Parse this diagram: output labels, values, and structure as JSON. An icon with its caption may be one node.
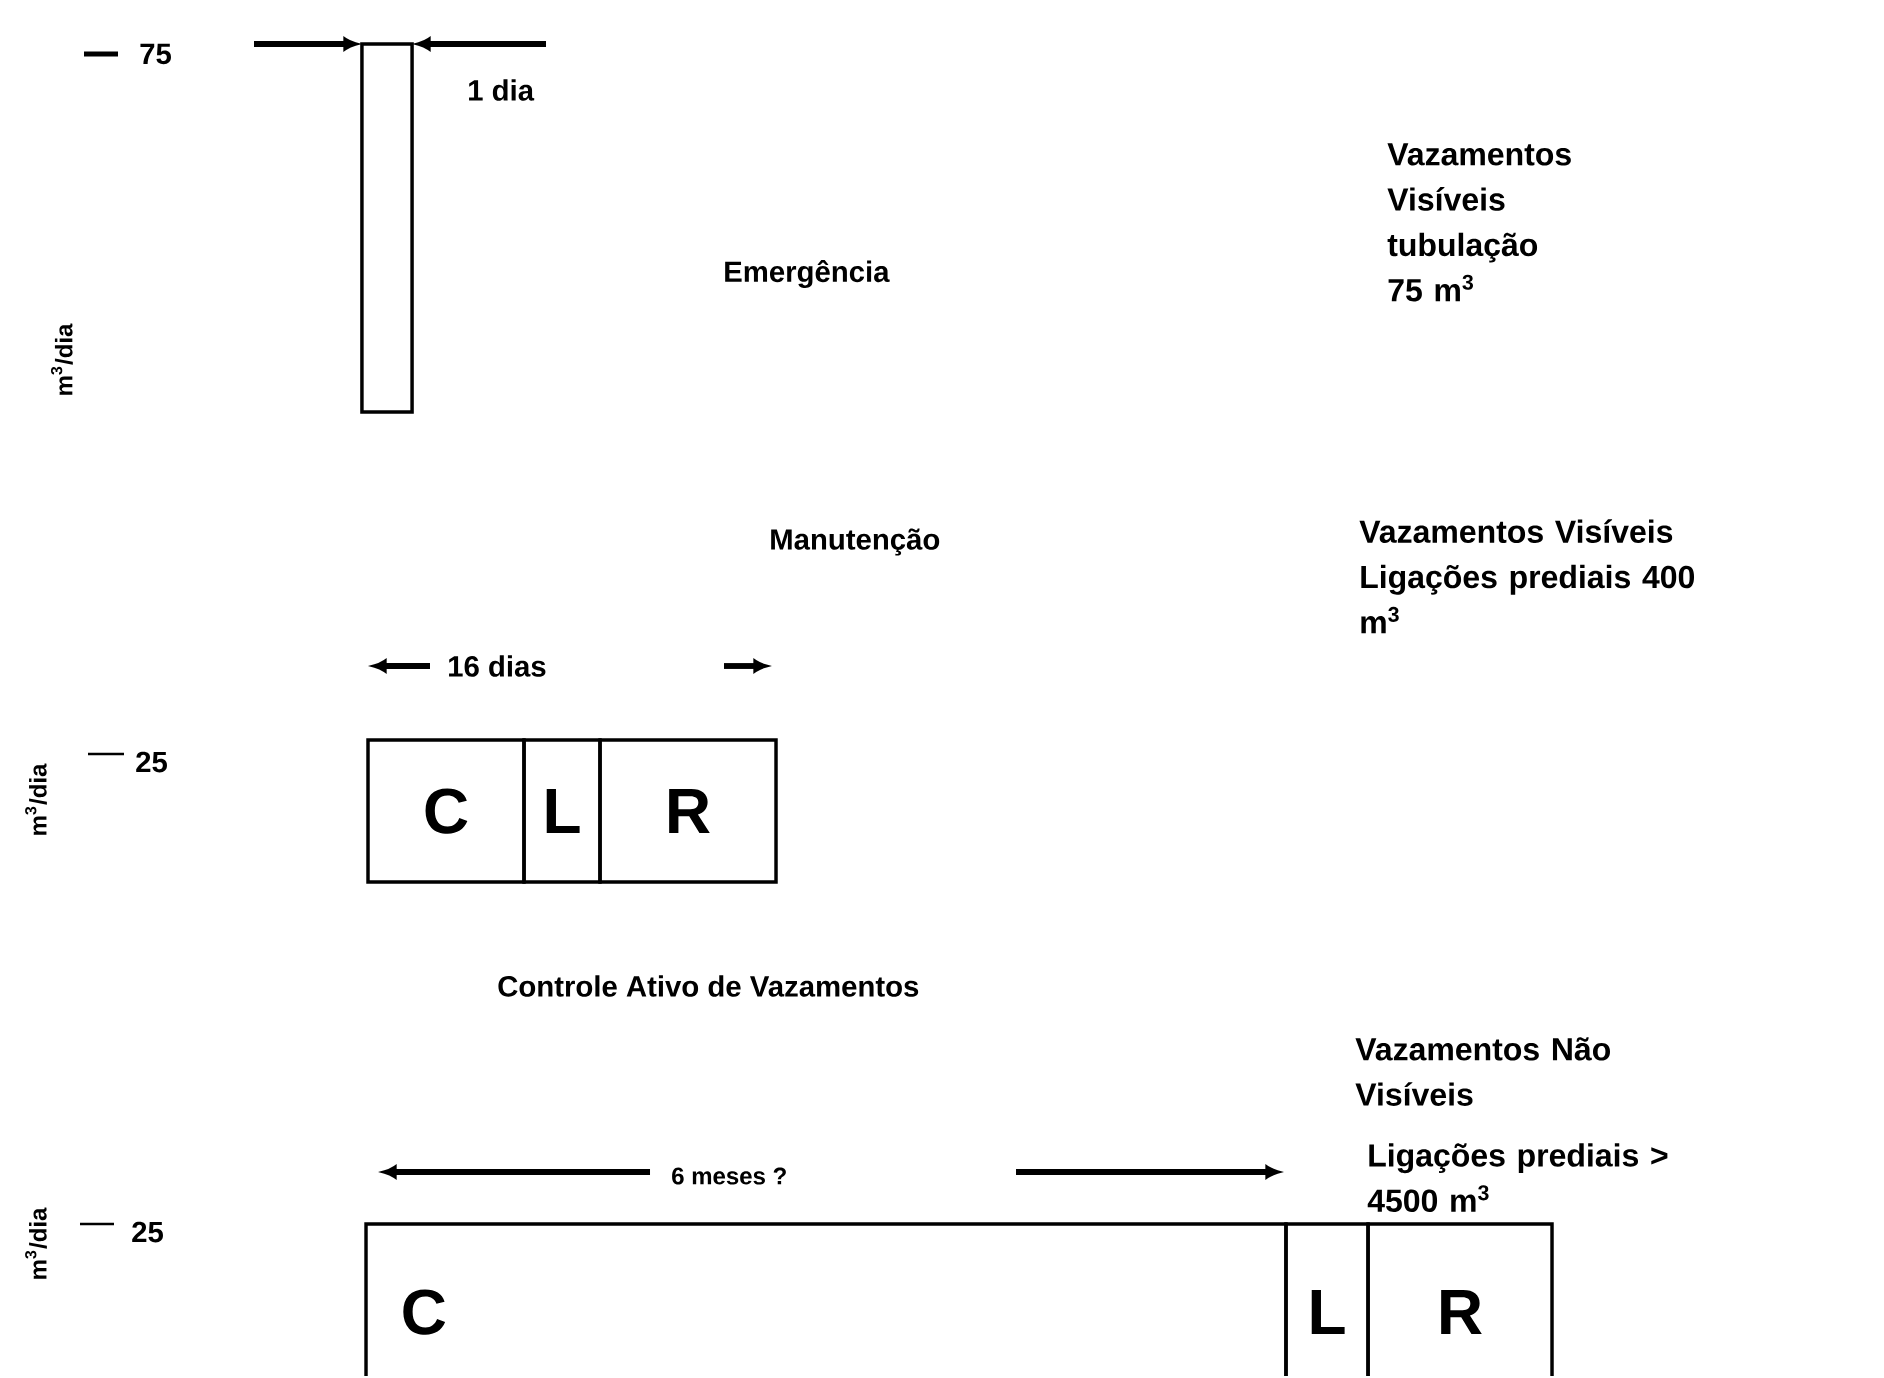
{
  "diagram": {
    "nodes": [
      {
        "text": [],
        "shape": "bar"
      },
      {
        "text": [
          "C"
        ]
      },
      {
        "text": [
          "L"
        ]
      },
      {
        "text": [
          "R"
        ]
      },
      {
        "text": [
          "C"
        ]
      },
      {
        "text": [
          "L"
        ]
      },
      {
        "text": [
          "R"
        ]
      }
    ],
    "labels": [
      "75",
      "1 dia",
      "Emergência",
      "Vazamentos Visíveis tubulação 75 m$^{3}$",
      "m$^{3}$/dia",
      "Manutenção",
      "16 dias",
      "Vazamentos Visíveis Ligações prediais 400 m$^{3}$",
      "m$^{3}$/dia",
      "25",
      "Controle Ativo de Vazamentos",
      "Vazamentos Não Visíveis",
      "Ligações prediais > 4500 m$^{3}$",
      "6 meses ?",
      "m$^{3}$/dia",
      "25"
    ]
  }
}
